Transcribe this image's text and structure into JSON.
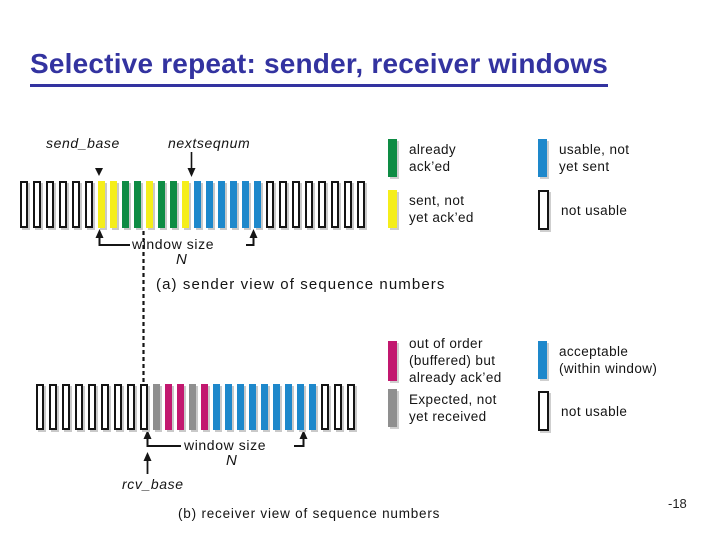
{
  "slide": {
    "title": "Selective repeat: sender, receiver windows",
    "page_number": "-18"
  },
  "colors": {
    "title": "#3333A0",
    "already_acked_green": "#0E8C44",
    "sent_not_acked_yellow": "#F5EE1B",
    "usable_blue": "#1E88CB",
    "out_of_order_magenta": "#C2186F",
    "expected_gray": "#8F8F8F",
    "not_usable_white": "#FFFFFF"
  },
  "bar_colors": {
    "G": "#0E8C44",
    "Y": "#F5EE1B",
    "B": "#1E88CB",
    "M": "#C2186F",
    "S": "#8F8F8F",
    "E": "#FFFFFF"
  },
  "sender_view": {
    "send_base_label": "send_base",
    "nextseqnum_label": "nextseqnum",
    "window_size_label": "window size",
    "window_size_n": "N",
    "caption": "(a) sender view of sequence numbers",
    "bars": "EEEEEEYYGGYGGYBBBBBBEEEEEEEE"
  },
  "receiver_view": {
    "rcv_base_label": "rcv_base",
    "window_size_label": "window size",
    "window_size_n": "N",
    "caption": "(b) receiver view of sequence numbers",
    "bars": "EEEEEEEEESMMSMBBBBBBBBBEEE"
  },
  "sender_legend": {
    "already_acked": "already\nack’ed",
    "usable_not_sent": "usable, not\nyet sent",
    "sent_not_acked": "sent, not\nyet ack’ed",
    "not_usable": "not usable"
  },
  "receiver_legend": {
    "out_of_order": "out of order\n(buffered) but\nalready ack’ed",
    "acceptable": "acceptable\n(within window)",
    "expected": "Expected, not\nyet received",
    "not_usable": "not usable"
  }
}
